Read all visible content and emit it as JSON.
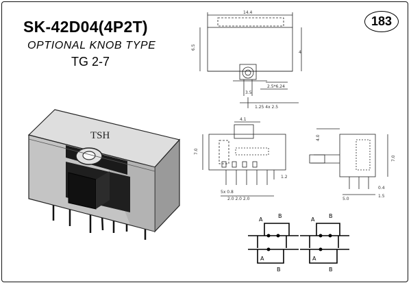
{
  "header": {
    "model": "SK-42D04(4P2T)",
    "subtitle": "OPTIONAL KNOB TYPE",
    "series": "TG 2-7",
    "page_number": "183"
  },
  "product": {
    "housing_mark": "TSH"
  },
  "pin_diagram": {
    "top_left_labels": [
      "A",
      "B"
    ],
    "top_right_labels": [
      "A",
      "B"
    ],
    "bottom_left_labels": [
      "A",
      "B"
    ],
    "bottom_right_labels": [
      "A",
      "B"
    ]
  },
  "colors": {
    "ink": "#000000",
    "metal_light": "#d8d8d8",
    "metal_dark": "#777777",
    "body_black": "#161616"
  }
}
